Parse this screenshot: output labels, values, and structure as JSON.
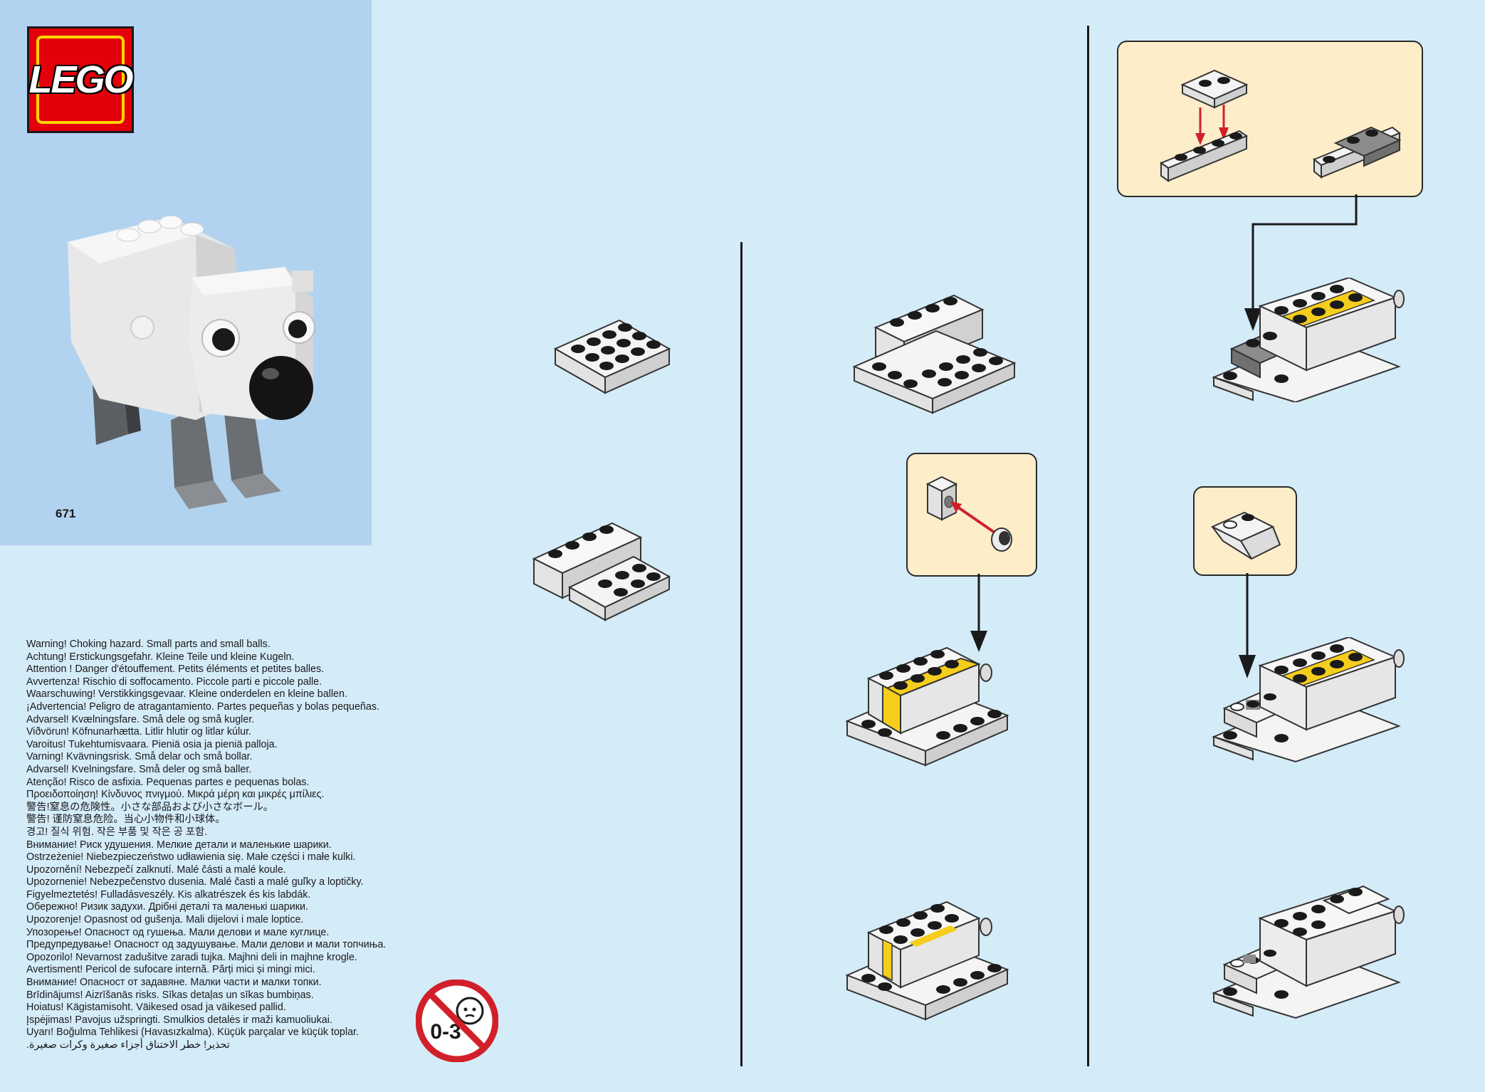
{
  "brand": {
    "logo_text": "LEGO"
  },
  "model": {
    "number": "671"
  },
  "warnings": [
    "Warning! Choking hazard. Small parts and small balls.",
    "Achtung! Erstickungsgefahr. Kleine Teile und kleine Kugeln.",
    "Attention ! Danger d'étouffement. Petits éléments et petites balles.",
    "Avvertenza! Rischio di soffocamento. Piccole parti e piccole palle.",
    "Waarschuwing! Verstikkingsgevaar. Kleine onderdelen en kleine ballen.",
    "¡Advertencia! Peligro de atragantamiento. Partes pequeñas y bolas pequeñas.",
    "Advarsel! Kvælningsfare. Små dele og små kugler.",
    "Viðvörun! Köfnunarhætta. Litlir hlutir og litlar kúlur.",
    "Varoitus! Tukehtumisvaara. Pieniä osia ja pieniä palloja.",
    "Varning! Kvävningsrisk. Små delar och små bollar.",
    "Advarsel! Kvelningsfare. Små deler og små baller.",
    "Atenção! Risco de asfixia. Pequenas partes e pequenas bolas.",
    "Προειδοποίηση! Κίνδυνος πνιγμού. Μικρά μέρη και μικρές μπίλιες.",
    "警告!窒息の危険性。小さな部品および小さなボール。",
    "警告! 谨防窒息危险。当心小物件和小球体。",
    "경고! 질식 위험. 작은 부품 및 작은 공 포함.",
    "Внимание! Риск удушения. Мелкие детали и маленькие шарики.",
    "Ostrzeżenie! Niebezpieczeństwo udławienia się. Małe części i małe kulki.",
    "Upozornění! Nebezpečí zalknutí. Malé části a malé koule.",
    "Upozornenie! Nebezpečenstvo dusenia. Malé časti a malé guľky a loptičky.",
    "Figyelmeztetés! Fulladásveszély. Kis alkatrészek és kis labdák.",
    "Обережно! Ризик задухи. Дрібні деталі та маленькі шарики.",
    "Upozorenje! Opasnost od gušenja. Mali dijelovi i male loptice.",
    "Упозорење! Опасност од гушења. Мали делови и мале куглице.",
    "Предупредување! Опасност од задушување. Мали делови и мали топчиња.",
    "Opozorilo! Nevarnost zadušitve zaradi tujka. Majhni deli in majhne krogle.",
    "Avertisment! Pericol de sufocare internă. Părți mici și mingi mici.",
    "Внимание! Опасност от задавяне. Малки части и малки топки.",
    "Brīdinājums! Aizrīšanās risks. Sīkas detaļas un sīkas bumbiņas.",
    "Hoiatus! Kägistamisoht. Väikesed osad ja väikesed pallid.",
    "Įspėjimas! Pavojus užspringti. Smulkios detalės ir maži kamuoliukai.",
    "Uyarı! Boğulma Tehlikesi (Havasızkalma). Küçük parçalar ve küçük toplar.",
    "تحذير! خطر الاختناق أجزاء صغيرة وكرات صغيرة."
  ],
  "age_warning": {
    "label": "0-3"
  },
  "colors": {
    "background": "#d4ebf8",
    "cover_panel": "#b2d3f0",
    "logo_red": "#e3000b",
    "logo_yellow": "#ffd500",
    "callout_bg": "#fdedc9",
    "brick_yellow": "#f5cd1d",
    "arrow_red": "#d2202a"
  }
}
